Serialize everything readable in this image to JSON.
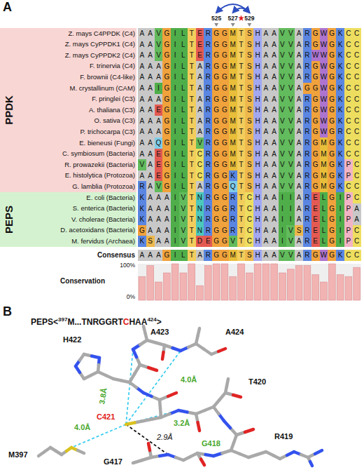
{
  "diagram": {
    "nodes": [
      {
        "text": [
          "PPDK"
        ]
      },
      {
        "text": [
          "PEPS"
        ]
      }
    ],
    "labels": [
      "A",
      "525",
      "527",
      "529",
      "Z. mays C4PPDK (C4)",
      "AAVGILTERGGMTSHAAVVARGWGKCC",
      "Z. mays CyPPDK1 (C4)",
      "AAVGILTERGGMTSHAAVVARGWGKCC",
      "Z. mays CyPPDK2 (C4)",
      "AAVGILTERGGMTSHAAVVARWWGKCC",
      "F. trinervia (C4)",
      "AAAGILTARGGMTSHAAVVARGWGKCC",
      "F. brownii (C4-like)",
      "AAAGILTARGGMTSHAAVVARGWGKCC",
      "M. crystallinum (CAM)",
      "AAIGILTARGGMTSHAAVVAGGWGKCC",
      "F. pringlei (C3)",
      "AAAGILTARGGMTSHAAVVARGWGKCC",
      "A. thaliana (C3)",
      "AAEGILTARGGMTSHAAVVARGWGKCC",
      "O. sativa (C3)",
      "AAAGILTARGGMTSHAAVVARGWGKCC",
      "P. trichocarpa (C3)",
      "AAAGILTARGGMTSHAAVVARGWGRCC",
      "E. bieneusi (Fungi)",
      "AAQGILTVRGGMTSHAAVVARGMGKCC",
      "C. symbiosum (Bacteria)",
      "AAEGILTCRGGMTSHAAVVARGMGKCC",
      "R. prowazekii (Bacteria)",
      "VAEGILTCRGGMTSHAAVVARGMGKPC",
      "E. histolytica (Protozoa)",
      "AAEGILTCRGGKTSHAAVVARGMGKPC",
      "G. lamblia (Protozoa)",
      "RAVGILTARGGQTSHAAVVARGMGKCC",
      "E. coli (Bacteria)",
      "KAAAIVTNRGGRTCHAAIIARELGIPC",
      "S. enterica (Bacteria)",
      "KAAAIVTNRGGRTCHAAIIARELGIPA",
      "V. cholerae (Bacteria)",
      "KAAAIVTNRGGRTCHAAIIARELGIPA",
      "D. acetoxidans (Bacteria)",
      "GAAAIVTNRGGRTCHAAIVSRELGIPC",
      "M. fervidus (Archaea)",
      "KSAAIVTDEGGVTCHAAIVARELGIPC",
      "Consensus",
      "AAAGILTARGGMTSHAAVVARGWGKCC",
      "Conservation",
      "100%",
      "0%",
      "B",
      "PEPS<397M...TNRGGRTCHAA424>",
      "H422",
      "A423",
      "A424",
      "4.0Å",
      "T420",
      "3.8Å",
      "C421",
      "3.2Å",
      "2.9Å",
      "4.0Å",
      "M397",
      "R419",
      "G418",
      "G417"
    ]
  }
}
